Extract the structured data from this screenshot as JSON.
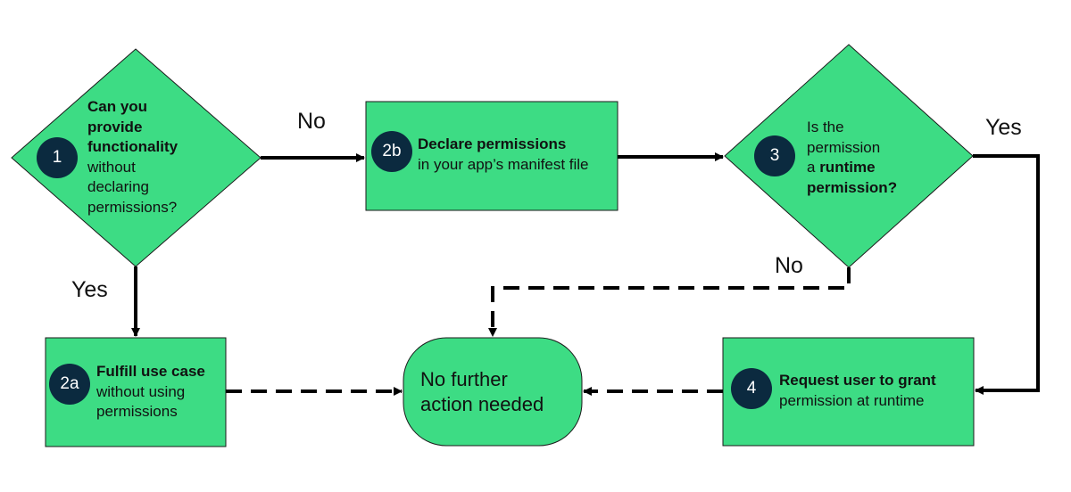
{
  "colors": {
    "node_fill": "#3ddc84",
    "node_stroke": "#1a1a1a",
    "badge_fill": "#0b2a3f",
    "badge_text": "#ffffff",
    "line": "#000000"
  },
  "nodes": {
    "decision_1": {
      "badge": "1",
      "line1": "Can you",
      "line2": "provide",
      "line3": "functionality",
      "line4": "without",
      "line5": "declaring",
      "line6": "permissions?"
    },
    "step_2b": {
      "badge": "2b",
      "bold": "Declare permissions",
      "normal": "in your app’s manifest file"
    },
    "decision_3": {
      "badge": "3",
      "line1": "Is the",
      "line2": "permission",
      "line3_normal": "a ",
      "line3_bold": "runtime",
      "line4": "permission?"
    },
    "step_2a": {
      "badge": "2a",
      "bold": "Fulfill use case",
      "line2": "without using",
      "line3": "permissions"
    },
    "terminal": {
      "line1": "No further",
      "line2": "action needed"
    },
    "step_4": {
      "badge": "4",
      "bold": "Request user to grant",
      "normal": "permission at runtime"
    }
  },
  "edges": {
    "d1_no": "No",
    "d1_yes": "Yes",
    "d3_yes": "Yes",
    "d3_no": "No"
  }
}
